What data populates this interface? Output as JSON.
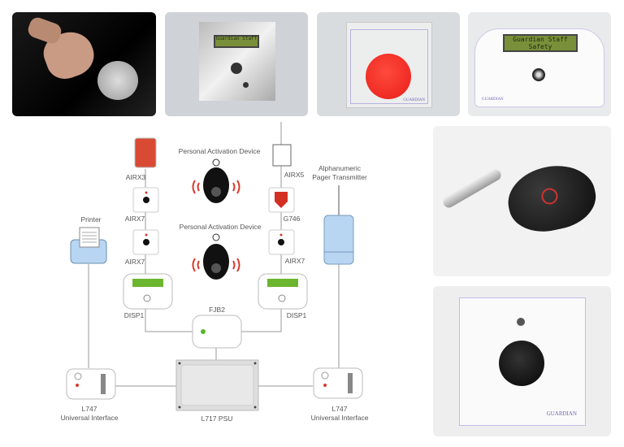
{
  "photos": {
    "lcd_text_line1": "Guardian Staff",
    "lcd_text_line2": "Safety",
    "brand": "GUARDIAN"
  },
  "diagram": {
    "labels": {
      "airx3": "AIRX3",
      "airx5": "AIRX5",
      "airx7_a": "AIRX7",
      "airx7_b": "AIRX7",
      "airx7_c": "AIRX7",
      "g746": "G746",
      "pad_1": "Personal Activation Device",
      "pad_2": "Personal Activation Device",
      "pager_line1": "Alphanumeric",
      "pager_line2": "Pager Transmitter",
      "printer": "Printer",
      "disp1_left": "DISP1",
      "disp1_right": "DISP1",
      "fjb2": "FJB2",
      "psu": "L717 PSU",
      "l747_left_line1": "L747",
      "l747_left_line2": "Universal Interface",
      "l747_right_line1": "L747",
      "l747_right_line2": "Universal Interface"
    },
    "colors": {
      "line": "#9a9a9a",
      "red": "#d93a2b",
      "blue": "#b8d6f2",
      "green": "#55b82a"
    }
  }
}
